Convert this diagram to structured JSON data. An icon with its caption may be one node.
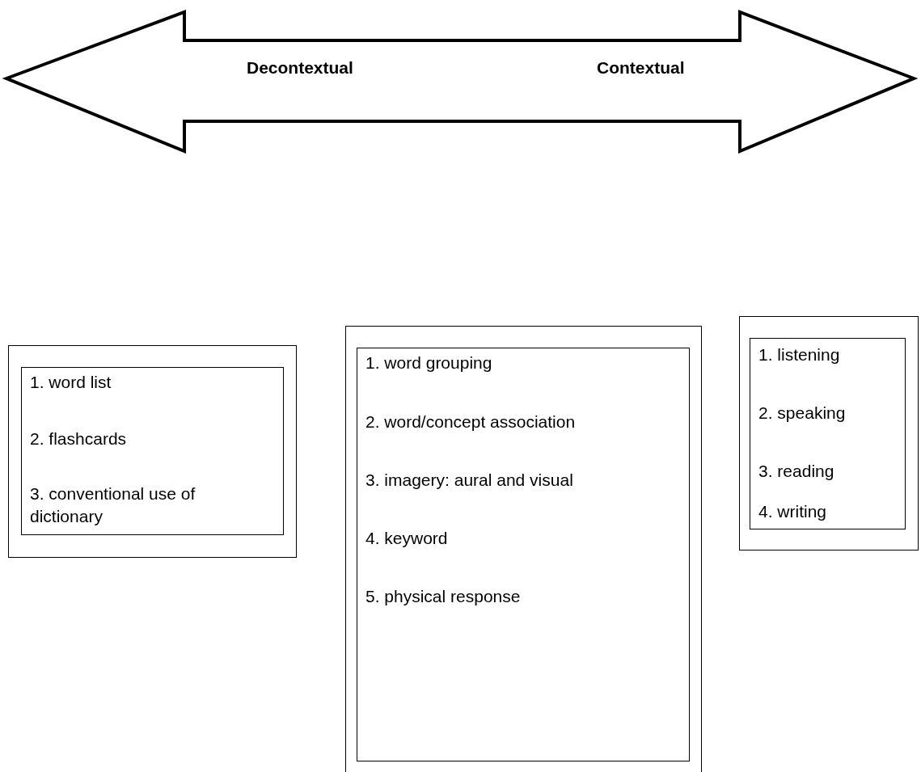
{
  "diagram": {
    "nodes": [
      {
        "text": [
          "Decontextual",
          "Contextual"
        ]
      },
      {
        "text": [],
        "shape": "box"
      },
      {
        "text": [
          "1. word list",
          "2. flashcards",
          "3. conventional use of dictionary"
        ],
        "in": 1
      },
      {
        "text": [],
        "shape": "box"
      },
      {
        "text": [
          "1. word grouping",
          "2. word/concept association",
          "3. imagery: aural and visual",
          "4. keyword",
          "5. physical response"
        ],
        "in": 3
      },
      {
        "text": [],
        "shape": "box"
      },
      {
        "text": [
          "1. listening",
          "2. speaking",
          "3. reading",
          "4. writing"
        ],
        "in": 5
      }
    ],
    "edges": []
  }
}
